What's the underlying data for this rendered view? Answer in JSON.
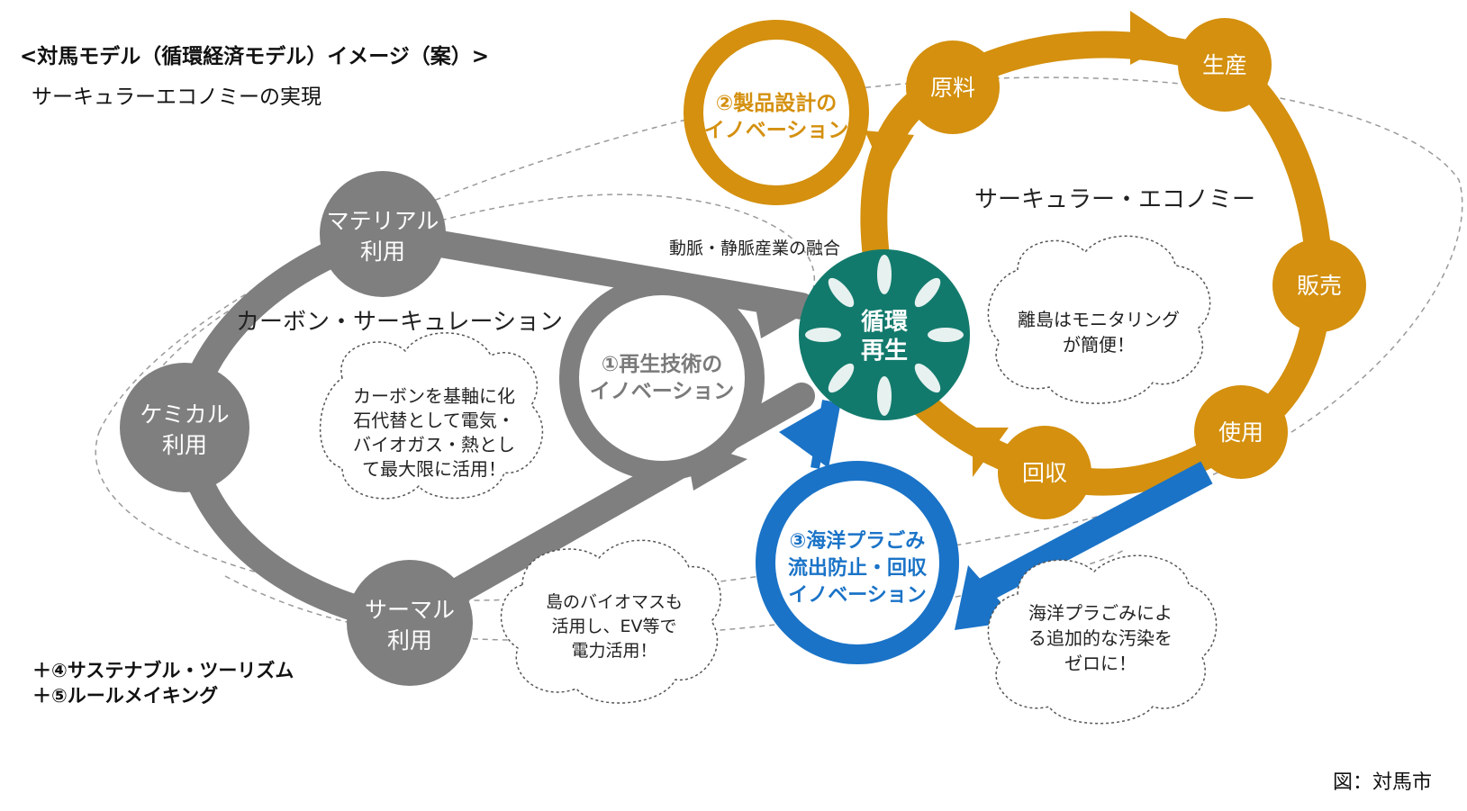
{
  "header": {
    "title": "<対馬モデル（循環経済モデル）イメージ（案）>",
    "subtitle": "サーキュラーエコノミーの実現"
  },
  "carbon": {
    "label": "カーボン・サーキュレーション",
    "material_line1": "マテリアル",
    "material_line2": "利用",
    "chemical_line1": "ケミカル",
    "chemical_line2": "利用",
    "thermal_line1": "サーマル",
    "thermal_line2": "利用",
    "innovation_line1": "①再生技術の",
    "innovation_line2": "イノベーション",
    "note_line1": "カーボンを基軸に化",
    "note_line2": "石代替として電気・",
    "note_line3": "バイオガス・熱とし",
    "note_line4": "て最大限に活用！",
    "island_line1": "島のバイオマスも",
    "island_line2": "活用し、EV等で",
    "island_line3": "電力活用！"
  },
  "circular": {
    "label": "サーキュラー・エコノミー",
    "fusion": "動脈・静脈産業の融合",
    "raw": "原料",
    "production": "生産",
    "sales": "販売",
    "use": "使用",
    "recovery": "回収",
    "innovation_line1": "②製品設計の",
    "innovation_line2": "イノベーション",
    "note_line1": "離島はモニタリング",
    "note_line2": "が簡便！"
  },
  "center": {
    "line1": "循環",
    "line2": "再生"
  },
  "marine": {
    "innovation_line1": "③海洋プラごみ",
    "innovation_line2": "流出防止・回収",
    "innovation_line3": "イノベーション",
    "note_line1": "海洋プラごみによ",
    "note_line2": "る追加的な汚染を",
    "note_line3": "ゼロに！"
  },
  "extras": {
    "line1": "＋④サステナブル・ツーリズム",
    "line2": "＋⑤ルールメイキング"
  },
  "credit": "図：対馬市",
  "colors": {
    "gray": "#7f7f7f",
    "gold": "#d4900e",
    "blue": "#1a73c7",
    "teal": "#127a6c"
  }
}
